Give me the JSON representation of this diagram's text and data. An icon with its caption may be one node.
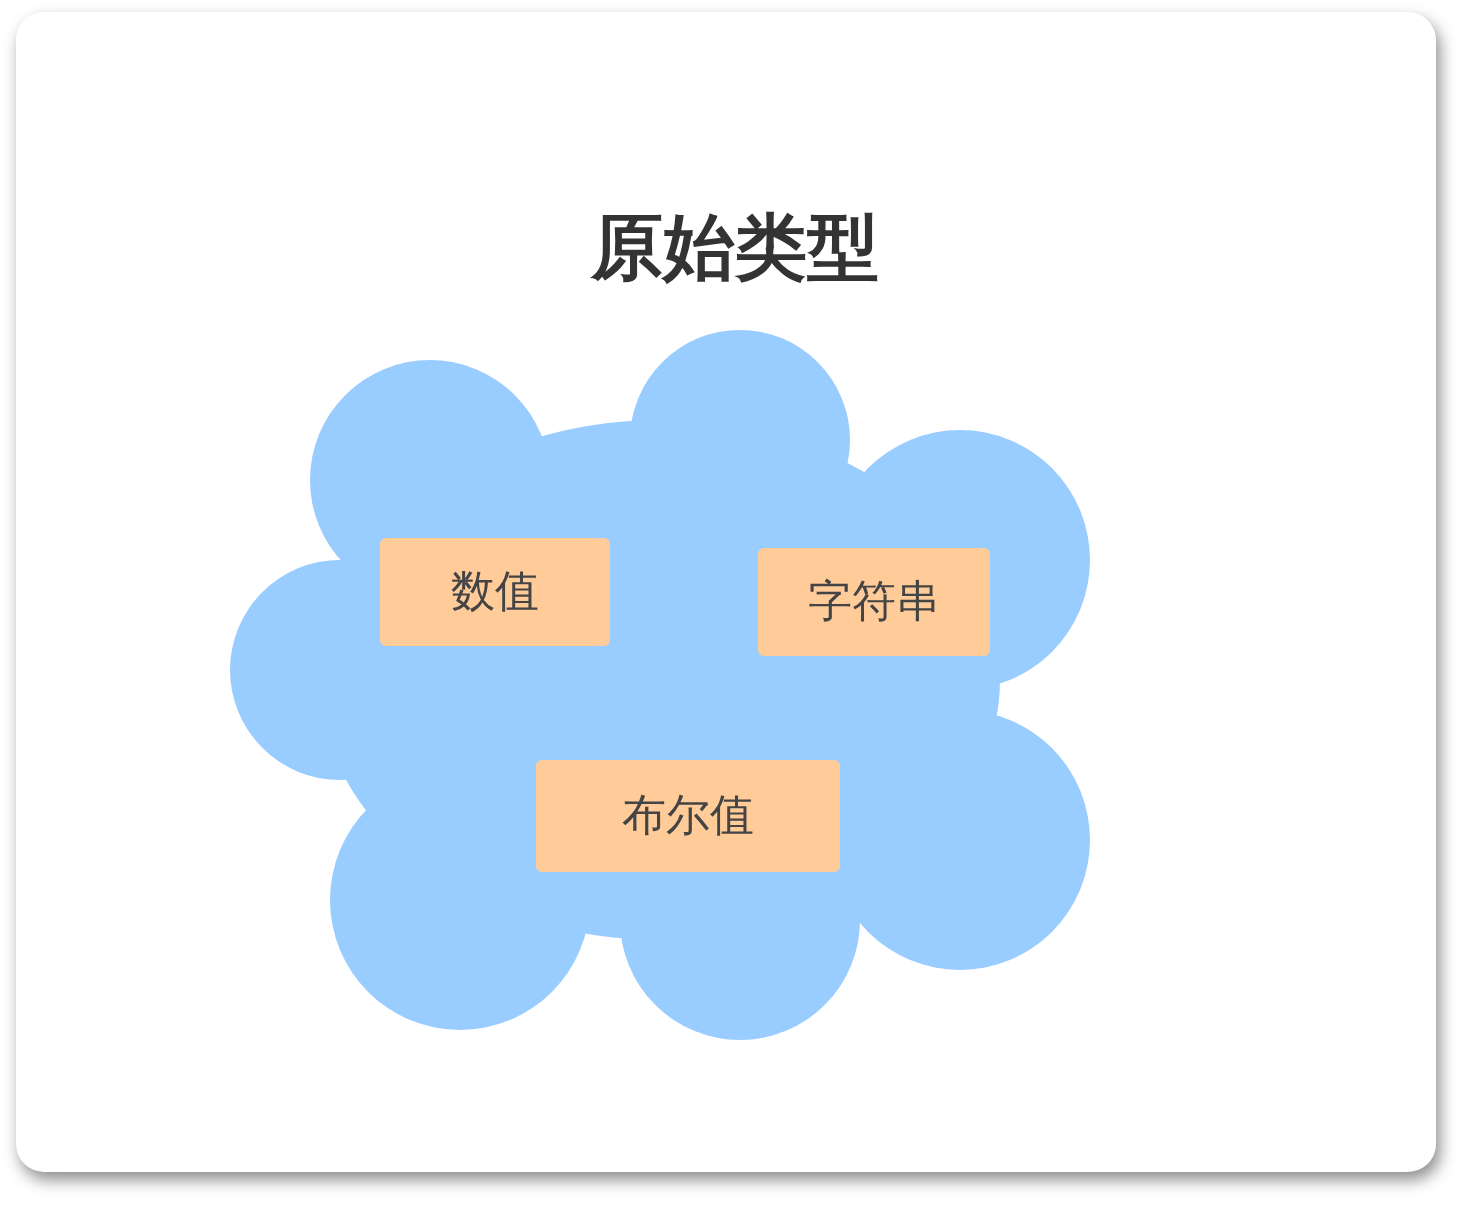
{
  "diagram": {
    "title": "原始类型",
    "nodes": [
      {
        "text": [],
        "shape": "cloud"
      },
      {
        "text": [
          "数值"
        ],
        "in": 0
      },
      {
        "text": [
          "字符串"
        ],
        "in": 0
      },
      {
        "text": [
          "布尔值"
        ],
        "in": 0
      }
    ]
  }
}
